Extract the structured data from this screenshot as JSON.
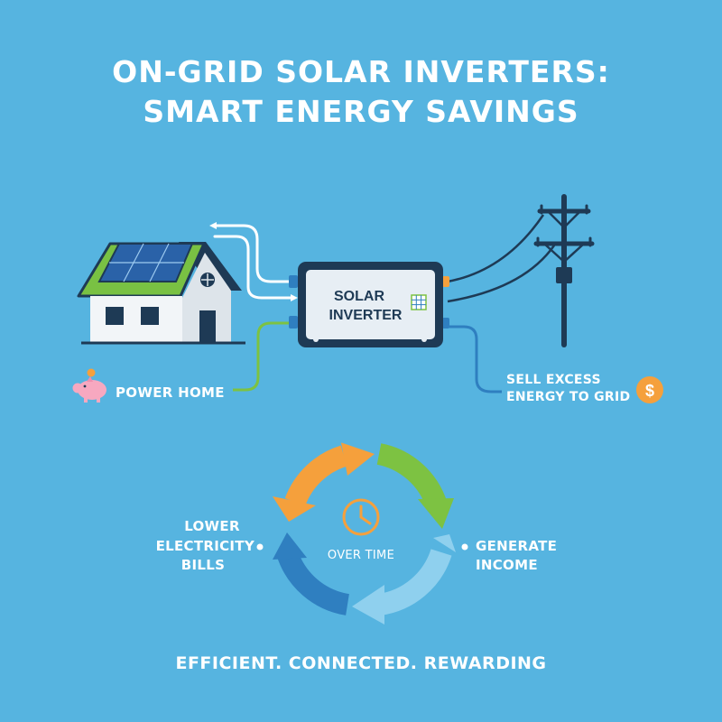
{
  "title": {
    "line1": "ON-GRID SOLAR INVERTERS:",
    "line2": "SMART ENERGY SAVINGS"
  },
  "inverter": {
    "line1": "SOLAR",
    "line2": "INVERTER"
  },
  "labels": {
    "power_home": "POWER HOME",
    "sell_line1": "SELL EXCESS",
    "sell_line2": "ENERGY TO GRID",
    "dollar": "$",
    "lower_line1": "LOWER",
    "lower_line2": "ELECTRICITY",
    "lower_line3": "BILLS",
    "over_time": "OVER TIME",
    "generate_line1": "GENERATE",
    "generate_line2": "INCOME"
  },
  "tagline": "EFFICIENT. CONNECTED. REWARDING",
  "colors": {
    "background": "#56b4e0",
    "navy": "#1e3a55",
    "orange": "#f5a03c",
    "green": "#7dc242",
    "blue": "#2f7fc0",
    "light_blue": "#8fd0ee",
    "roof_green": "#79c143"
  },
  "icons": [
    "house-icon",
    "solar-panel-icon",
    "utility-pole-icon",
    "piggy-bank-icon",
    "coin-icon",
    "clock-icon",
    "solar-chip-icon"
  ]
}
